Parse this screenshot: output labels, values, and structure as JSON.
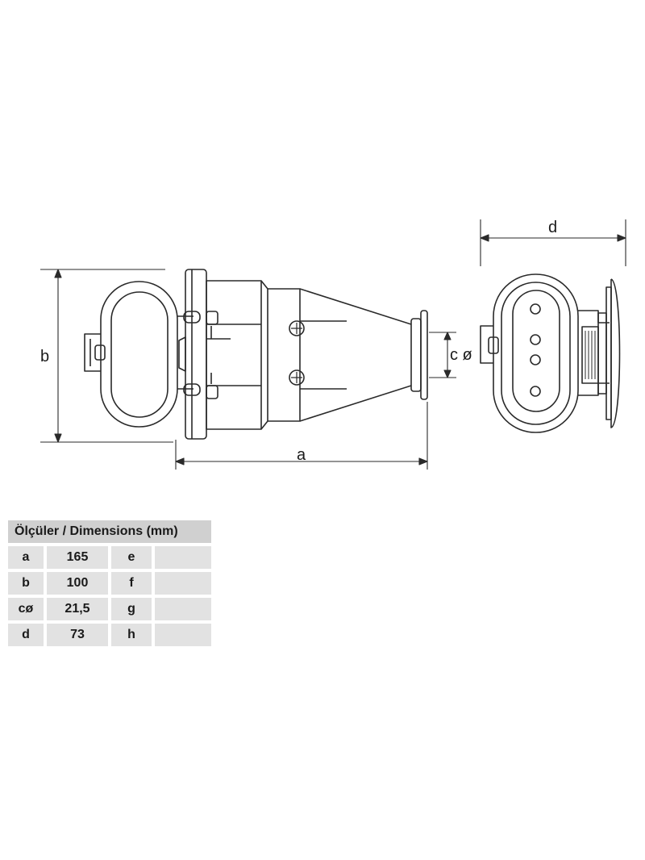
{
  "dimension_labels": {
    "a": "a",
    "b": "b",
    "c": "c ø",
    "d": "d"
  },
  "table": {
    "header": "Ölçüler / Dimensions (mm)",
    "rows": [
      {
        "label": "a",
        "value": "165",
        "label2": "e",
        "value2": ""
      },
      {
        "label": "b",
        "value": "100",
        "label2": "f",
        "value2": ""
      },
      {
        "label": "cø",
        "value": "21,5",
        "label2": "g",
        "value2": ""
      },
      {
        "label": "d",
        "value": "73",
        "label2": "h",
        "value2": ""
      }
    ]
  }
}
